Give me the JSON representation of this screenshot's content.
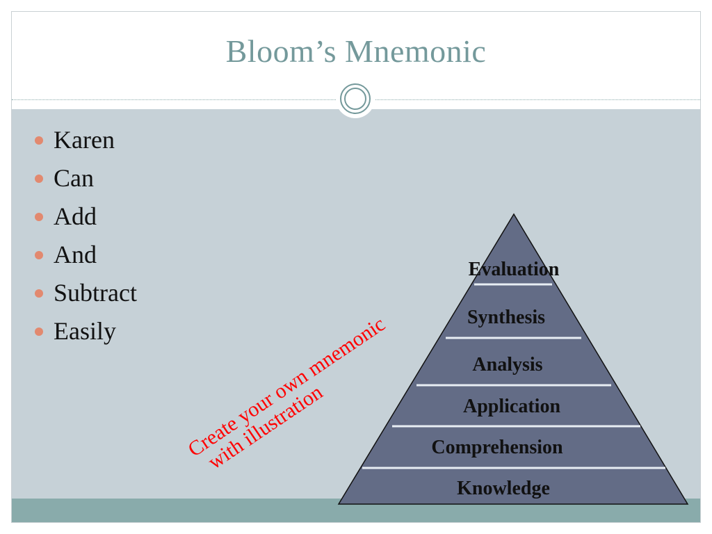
{
  "slide": {
    "title": "Bloom’s Mnemonic",
    "bullets": [
      "Karen",
      "Can",
      "Add",
      "And",
      "Subtract",
      "Easily"
    ],
    "note": {
      "line1": "Create your own mnemonic",
      "line2": "with illustration",
      "color": "#ff0000"
    },
    "pyramid": {
      "levels": [
        "Evaluation",
        "Synthesis",
        "Analysis",
        "Application",
        "Comprehension",
        "Knowledge"
      ],
      "fill": "#636c86"
    }
  }
}
